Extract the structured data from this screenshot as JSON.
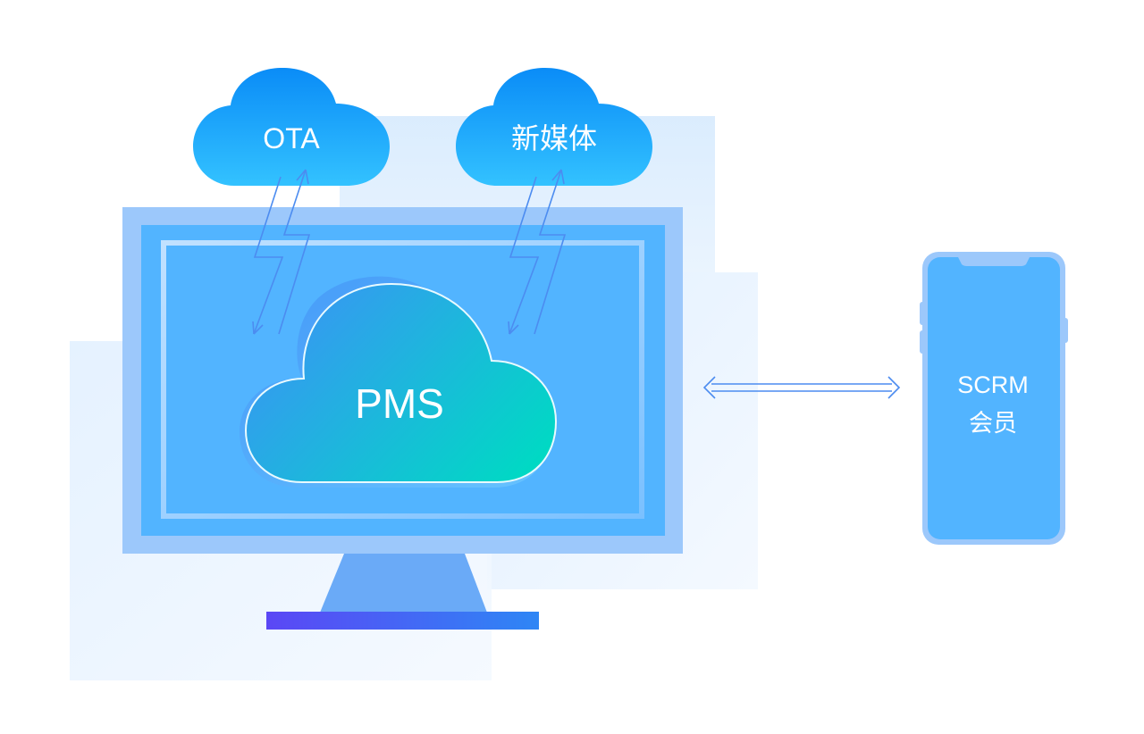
{
  "clouds": {
    "ota": {
      "label": "OTA"
    },
    "new_media": {
      "label": "新媒体"
    }
  },
  "monitor": {
    "core_cloud": {
      "label": "PMS"
    }
  },
  "phone": {
    "line1": "SCRM",
    "line2": "会员"
  },
  "colors": {
    "cloud_top": "#0A8CF7",
    "cloud_bottom": "#33C2FF",
    "monitor_frame": "#9CC8FB",
    "monitor_screen": "#52B4FF",
    "pms_gradient_start": "#3B93F5",
    "pms_gradient_end": "#00D9C4",
    "stand": "#6AAAF7",
    "base_start": "#5B47F5",
    "base_end": "#2E86F5",
    "arrow": "#4C8CF0",
    "phone_body": "#52B4FF",
    "phone_frame": "#9CC8FB"
  },
  "icons": {
    "link_arrows": "lightning-link-arrows",
    "sync_arrow": "double-headed-arrow"
  }
}
